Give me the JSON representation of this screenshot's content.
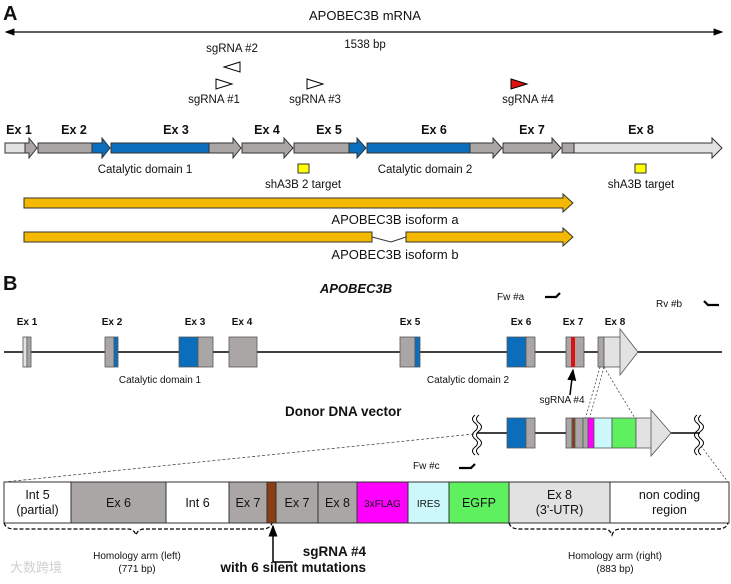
{
  "panel_a": {
    "panel_label": "A",
    "mrna_title": "APOBEC3B mRNA",
    "mrna_length": "1538 bp",
    "sgrnas": [
      {
        "label": "sgRNA #1",
        "direction": "forward",
        "color": "#ffffff"
      },
      {
        "label": "sgRNA #2",
        "direction": "reverse",
        "color": "#ffffff"
      },
      {
        "label": "sgRNA #3",
        "direction": "forward",
        "color": "#ffffff"
      },
      {
        "label": "sgRNA #4",
        "direction": "forward",
        "color": "#dd1111"
      }
    ],
    "exons": [
      "Ex 1",
      "Ex 2",
      "Ex 3",
      "Ex 4",
      "Ex 5",
      "Ex 6",
      "Ex 7",
      "Ex 8"
    ],
    "domains": [
      "Catalytic domain 1",
      "Catalytic domain 2"
    ],
    "targets": [
      "shA3B 2 target",
      "shA3B target"
    ],
    "isoforms": [
      "APOBEC3B isoform a",
      "APOBEC3B isoform b"
    ]
  },
  "panel_b": {
    "panel_label": "B",
    "gene_title": "APOBEC3B",
    "primers": {
      "fw_a": "Fw #a",
      "rv_b": "Rv #b",
      "fw_c": "Fw #c"
    },
    "exons": [
      "Ex 1",
      "Ex 2",
      "Ex 3",
      "Ex 4",
      "Ex 5",
      "Ex 6",
      "Ex 7",
      "Ex 8"
    ],
    "domains": [
      "Catalytic domain 1",
      "Catalytic domain 2"
    ],
    "sgrna_label": "sgRNA #4",
    "donor_title": "Donor DNA vector",
    "construct": [
      {
        "line1": "Int 5",
        "line2": "(partial)",
        "color": "#ffffff"
      },
      {
        "line1": "Ex 6",
        "line2": "",
        "color": "#aaa6a6"
      },
      {
        "line1": "Int 6",
        "line2": "",
        "color": "#ffffff"
      },
      {
        "line1": "Ex 7",
        "line2": "",
        "color": "#aaa6a6"
      },
      {
        "line1": "",
        "line2": "",
        "color": "#8b3e12"
      },
      {
        "line1": "Ex 7",
        "line2": "",
        "color": "#aaa6a6"
      },
      {
        "line1": "Ex 8",
        "line2": "",
        "color": "#aaa6a6"
      },
      {
        "line1": "3xFLAG",
        "line2": "",
        "color": "#ff00ff"
      },
      {
        "line1": "IRES",
        "line2": "",
        "color": "#ccf8fc"
      },
      {
        "line1": "EGFP",
        "line2": "",
        "color": "#5ef05e"
      },
      {
        "line1": "Ex 8",
        "line2": "(3'-UTR)",
        "color": "#e2e2e2"
      },
      {
        "line1": "non coding",
        "line2": "region",
        "color": "#ffffff"
      }
    ],
    "left_arm": {
      "label": "Homology arm (left)",
      "size": "(771 bp)"
    },
    "right_arm": {
      "label": "Homology arm (right)",
      "size": "(883 bp)"
    },
    "mutation_note": {
      "line1": "sgRNA #4",
      "line2": "with 6 silent mutations"
    }
  },
  "colors": {
    "exon_gray": "#aaa6a6",
    "domain_blue": "#0a6ebd",
    "utr_light": "#e2e2e2",
    "isoform_orange": "#f5b800",
    "target_yellow": "#ffff00",
    "sgrna4_red": "#dd1111"
  },
  "watermark": "大数跨境"
}
